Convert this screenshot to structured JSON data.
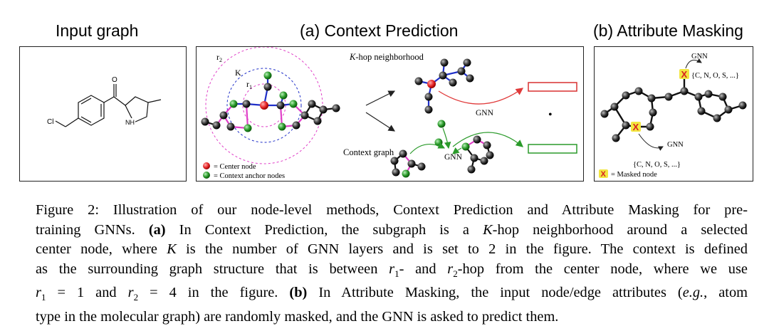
{
  "panels": {
    "input": {
      "title": "Input graph",
      "labels": {
        "o": "O",
        "cl": "Cl",
        "nh": "NH"
      }
    },
    "context": {
      "title": "(a) Context Prediction",
      "r2": "r",
      "r2_sub": "2",
      "k": "K",
      "r1": "r",
      "r1_sub": "1",
      "khop_k": "K",
      "khop_rest": "-hop neighborhood",
      "gnn_top": "GNN",
      "gnn_bottom": "GNN",
      "context_graph": "Context graph",
      "dot": "•",
      "legend_center": "= Center node",
      "legend_anchor": "= Context anchor nodes"
    },
    "masking": {
      "title": "(b) Attribute Masking",
      "gnn_top": "GNN",
      "set_top": "{C, N, O, S, ...}",
      "gnn_bottom": "GNN",
      "set_bottom": "{C, N, O, S, ...}",
      "mask_symbol": "X",
      "legend_masked": "= Masked node"
    }
  },
  "caption": {
    "l1_a": "Figure 2: Illustration of our node-level methods, Context Prediction and Attribute Masking for pre-",
    "l2_a": "training GNNs. ",
    "l2_b": "(a)",
    "l2_c": " In Context Prediction, the subgraph is a ",
    "l2_d": "K",
    "l2_e": "-hop neighborhood around a selected",
    "l3_a": "center node, where ",
    "l3_b": "K",
    "l3_c": " is the number of GNN layers and is set to 2 in the figure. The context is defined",
    "l4_a": "as the surrounding graph structure that is between ",
    "l4_b": "r",
    "l4_c": "1",
    "l4_d": "- and ",
    "l4_e": "r",
    "l4_f": "2",
    "l4_g": "-hop from the center node, where we use",
    "l5_a": "r",
    "l5_b": "1",
    "l5_c": " = 1 and ",
    "l5_d": "r",
    "l5_e": "2",
    "l5_f": " = 4 in the figure. ",
    "l5_g": "(b)",
    "l5_h": " In Attribute Masking, the input node/edge attributes (",
    "l5_i": "e.g.",
    "l5_j": ", atom",
    "l6_a": "type in the molecular graph) are randomly masked, and the GNN is asked to predict them."
  },
  "colors": {
    "pink": "#e040c8",
    "blue": "#1f2fc8",
    "red_node": "#e8282a",
    "green_node": "#2a9a2a",
    "red_box": "#d83030",
    "green_box": "#2a9a2a",
    "mask_yellow": "#f2e640"
  }
}
